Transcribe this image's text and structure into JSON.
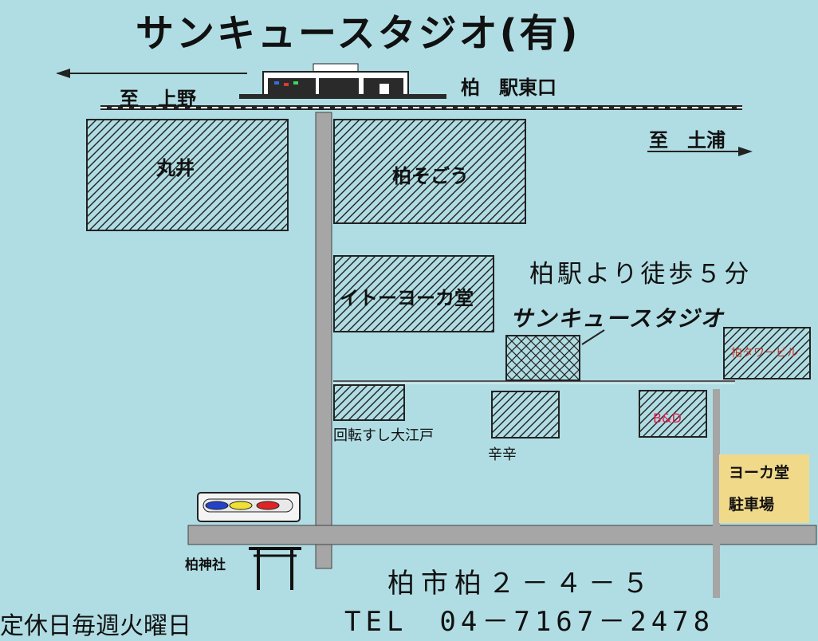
{
  "title": "サンキュースタジオ(有)",
  "station": {
    "name": "柏　駅東口",
    "direction_left": "至　上野",
    "direction_right": "至　土浦"
  },
  "buildings": {
    "marui": "丸井",
    "sogo": "柏そごう",
    "itoyokado": "イトーヨーカ堂",
    "tower_building": "柏タワービル",
    "kaiten_sushi": "回転すし大江戸",
    "karakara": "辛辛",
    "b_and_d": "B&D"
  },
  "studio_label": "サンキュースタジオ",
  "walk_note": "柏駅より徒歩５分",
  "parking": {
    "line1": "ヨーカ堂",
    "line2": "駐車場"
  },
  "shrine": "柏神社",
  "address": "柏市柏２－４－５",
  "tel": "TEL　04－7167－2478",
  "holiday": "定休日毎週火曜日",
  "colors": {
    "background": "#b0dde3",
    "road": "#a6a6a6",
    "parking": "#f1d98a",
    "tower_label": "#c0392b",
    "bd_label": "#e8194a"
  }
}
